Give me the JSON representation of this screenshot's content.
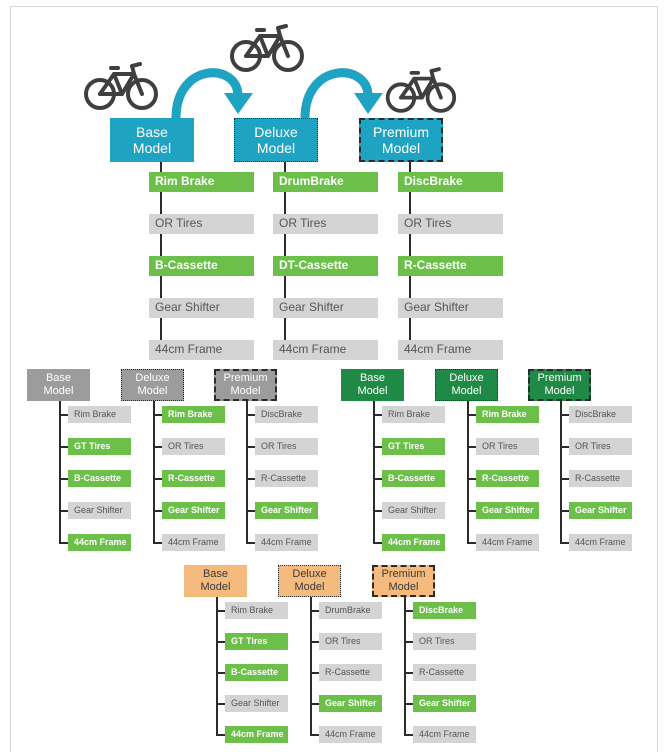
{
  "colors": {
    "blue": "#1fa3c3",
    "gray": "#9c9c9c",
    "green": "#1f8a45",
    "orange": "#f5bb7e",
    "feature_on": "#6cc04a",
    "feature_off": "#d4d4d4",
    "arrow": "#1fa3c3",
    "bike": "#3f3f3f"
  },
  "icons": [
    "bicycle-icon",
    "bicycle-icon",
    "bicycle-icon",
    "curved-arrow-icon",
    "curved-arrow-icon"
  ],
  "groups": [
    {
      "id": "blue",
      "models": [
        {
          "name": "Base\nModel",
          "style": "solid",
          "features": [
            {
              "label": "Rim Brake",
              "on": true
            },
            {
              "label": "OR Tires",
              "on": false
            },
            {
              "label": "B-Cassette",
              "on": true
            },
            {
              "label": "Gear Shifter",
              "on": false
            },
            {
              "label": "44cm Frame",
              "on": false
            }
          ]
        },
        {
          "name": "Deluxe\nModel",
          "style": "dotted",
          "features": [
            {
              "label": "DrumBrake",
              "on": true
            },
            {
              "label": "OR Tires",
              "on": false
            },
            {
              "label": "DT-Cassette",
              "on": true
            },
            {
              "label": "Gear Shifter",
              "on": false
            },
            {
              "label": "44cm Frame",
              "on": false
            }
          ]
        },
        {
          "name": "Premium\nModel",
          "style": "dashed",
          "features": [
            {
              "label": "DiscBrake",
              "on": true
            },
            {
              "label": "OR Tires",
              "on": false
            },
            {
              "label": "R-Cassette",
              "on": true
            },
            {
              "label": "Gear Shifter",
              "on": false
            },
            {
              "label": "44cm Frame",
              "on": false
            }
          ]
        }
      ]
    },
    {
      "id": "gray",
      "models": [
        {
          "name": "Base\nModel",
          "style": "solid",
          "features": [
            {
              "label": "Rim Brake",
              "on": false
            },
            {
              "label": "GT Tires",
              "on": true
            },
            {
              "label": "B-Cassette",
              "on": true
            },
            {
              "label": "Gear Shifter",
              "on": false
            },
            {
              "label": "44cm Frame",
              "on": true
            }
          ]
        },
        {
          "name": "Deluxe\nModel",
          "style": "dotted",
          "features": [
            {
              "label": "Rim Brake",
              "on": true
            },
            {
              "label": "OR Tires",
              "on": false
            },
            {
              "label": "R-Cassette",
              "on": true
            },
            {
              "label": "Gear Shifter",
              "on": true
            },
            {
              "label": "44cm Frame",
              "on": false
            }
          ]
        },
        {
          "name": "Premium\nModel",
          "style": "dashed",
          "features": [
            {
              "label": "DiscBrake",
              "on": false
            },
            {
              "label": "OR Tires",
              "on": false
            },
            {
              "label": "R-Cassette",
              "on": false
            },
            {
              "label": "Gear Shifter",
              "on": true
            },
            {
              "label": "44cm Frame",
              "on": false
            }
          ]
        }
      ]
    },
    {
      "id": "green",
      "models": [
        {
          "name": "Base\nModel",
          "style": "solid",
          "features": [
            {
              "label": "Rim Brake",
              "on": false
            },
            {
              "label": "GT Tires",
              "on": true
            },
            {
              "label": "B-Cassette",
              "on": true
            },
            {
              "label": "Gear Shifter",
              "on": false
            },
            {
              "label": "44cm Frame",
              "on": true
            }
          ]
        },
        {
          "name": "Deluxe\nModel",
          "style": "dotted",
          "features": [
            {
              "label": "Rim Brake",
              "on": true
            },
            {
              "label": "OR Tires",
              "on": false
            },
            {
              "label": "R-Cassette",
              "on": true
            },
            {
              "label": "Gear Shifter",
              "on": true
            },
            {
              "label": "44cm Frame",
              "on": false
            }
          ]
        },
        {
          "name": "Premium\nModel",
          "style": "dashed",
          "features": [
            {
              "label": "DiscBrake",
              "on": false
            },
            {
              "label": "OR Tires",
              "on": false
            },
            {
              "label": "R-Cassette",
              "on": false
            },
            {
              "label": "Gear Shifter",
              "on": true
            },
            {
              "label": "44cm Frame",
              "on": false
            }
          ]
        }
      ]
    },
    {
      "id": "orange",
      "models": [
        {
          "name": "Base\nModel",
          "style": "solid",
          "features": [
            {
              "label": "Rim Brake",
              "on": false
            },
            {
              "label": "GT Tires",
              "on": true
            },
            {
              "label": "B-Cassette",
              "on": true
            },
            {
              "label": "Gear Shifter",
              "on": false
            },
            {
              "label": "44cm Frame",
              "on": true
            }
          ]
        },
        {
          "name": "Deluxe\nModel",
          "style": "dotted",
          "features": [
            {
              "label": "DrumBrake",
              "on": false
            },
            {
              "label": "OR Tires",
              "on": false
            },
            {
              "label": "R-Cassette",
              "on": false
            },
            {
              "label": "Gear Shifter",
              "on": true
            },
            {
              "label": "44cm Frame",
              "on": false
            }
          ]
        },
        {
          "name": "Premium\nModel",
          "style": "dashed",
          "features": [
            {
              "label": "DiscBrake",
              "on": true
            },
            {
              "label": "OR Tires",
              "on": false
            },
            {
              "label": "R-Cassette",
              "on": false
            },
            {
              "label": "Gear Shifter",
              "on": true
            },
            {
              "label": "44cm Frame",
              "on": false
            }
          ]
        }
      ]
    }
  ]
}
